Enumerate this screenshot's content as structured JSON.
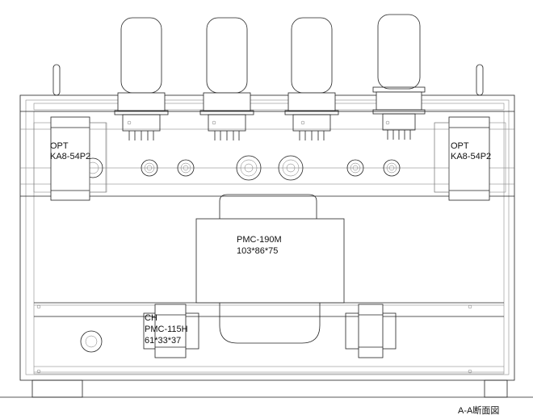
{
  "drawing": {
    "section_title": "A-A断面図",
    "labels": {
      "opt_left": {
        "line1": "OPT",
        "line2": "KA8-54P2"
      },
      "opt_right": {
        "line1": "OPT",
        "line2": "KA8-54P2"
      },
      "power_transformer": {
        "line1": "PMC-190M",
        "line2": "103*86*75"
      },
      "choke": {
        "line1": "CH",
        "line2": "PMC-115H",
        "line3": "61*33*37"
      }
    },
    "colors": {
      "line": "#222222",
      "guide": "#777777",
      "background": "#ffffff"
    }
  }
}
